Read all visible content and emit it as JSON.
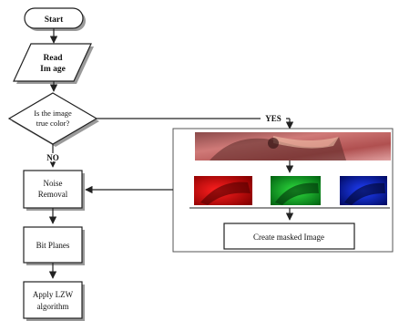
{
  "flowchart": {
    "start": "Start",
    "read_image": [
      "Read",
      "Im age"
    ],
    "decision": [
      "Is the image",
      "true color?"
    ],
    "yes_label": "YES",
    "no_label": "NO",
    "noise_removal": [
      "Noise",
      "Removal"
    ],
    "bit_planes": "Bit Planes",
    "lzw": [
      "Apply LZW",
      "algorithm"
    ],
    "create_masked": "Create masked Image"
  },
  "panel": {
    "photo_description": "color photograph",
    "channels": [
      {
        "name": "red",
        "color": "#cc1010"
      },
      {
        "name": "green",
        "color": "#10a020"
      },
      {
        "name": "blue",
        "color": "#1028b0"
      }
    ]
  },
  "colors": {
    "line": "#222222",
    "shape_fill": "#ffffff",
    "shadow": "#9a9a9a",
    "panel_border": "#555555"
  }
}
